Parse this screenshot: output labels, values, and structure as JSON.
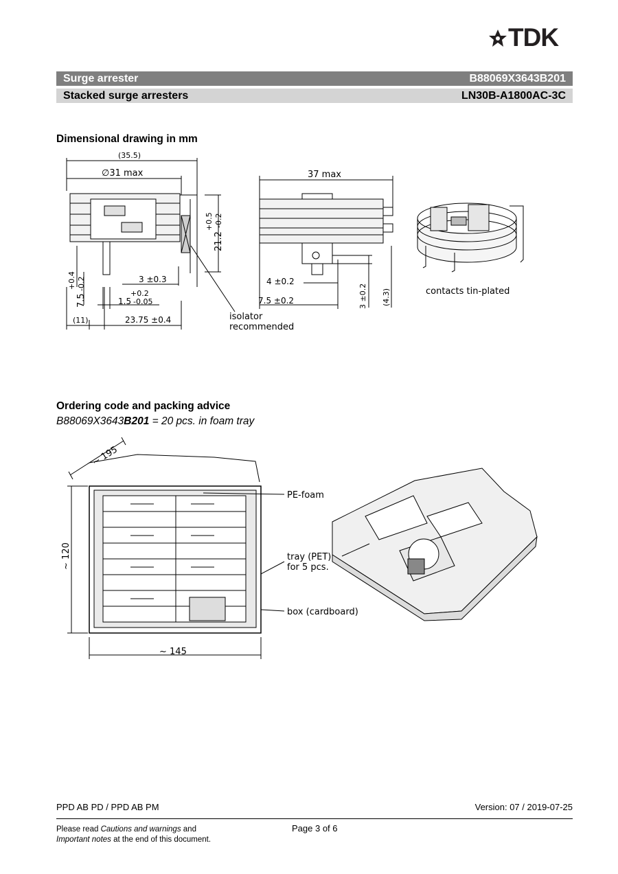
{
  "brand": {
    "name": "TDK",
    "logo_icon": "tdk-logo-icon"
  },
  "header": {
    "product_type": "Surge arrester",
    "ordering_code": "B88069X3643B201",
    "product_subtitle": "Stacked surge arresters",
    "type_code": "LN30B-A1800AC-3C"
  },
  "dimensional": {
    "heading": "Dimensional drawing in mm",
    "dims": {
      "width_ref": "(35.5)",
      "diameter": "∅31 max",
      "width_right": "37 max",
      "height_tol": "+0.5",
      "height": "21.2",
      "height_tol_low": "-0.2",
      "pin_gap": "3 ±0.3",
      "pin_tol_top": "+0.2",
      "pin_width": "1.5",
      "pin_tol_low": "-0.05",
      "left_tol_top": "+0.4",
      "left_height": "7.5",
      "left_tol_low": "-0.2",
      "offset": "(11)",
      "base_len": "23.75 ±0.4",
      "right_pin": "4 ±0.2",
      "right_span": "7.5 ±0.2",
      "right_h": "3 ±0.2",
      "right_ref": "(4.3)"
    },
    "notes": {
      "isolator_line1": "isolator",
      "isolator_line2": "recommended",
      "contacts": "contacts tin-plated"
    }
  },
  "ordering": {
    "heading": "Ordering code and packing advice",
    "code_prefix": "B88069X3643",
    "code_suffix": "B201",
    "code_rest": " = 20 pcs. in foam tray"
  },
  "packing": {
    "depth": "~ 195",
    "height": "~ 120",
    "width": "~ 145",
    "foam": "PE-foam",
    "tray_line1": "tray (PET)",
    "tray_line2": "for 5 pcs.",
    "box": "box (cardboard)"
  },
  "footer": {
    "dept": "PPD AB PD / PPD AB PM",
    "version": "Version: 07 / 2019-07-25",
    "page": "Page 3 of 6",
    "note_a": "Please read ",
    "note_b": "Cautions and warnings",
    "note_c": " and",
    "note_d": "Important notes",
    "note_e": " at the end of this document."
  }
}
